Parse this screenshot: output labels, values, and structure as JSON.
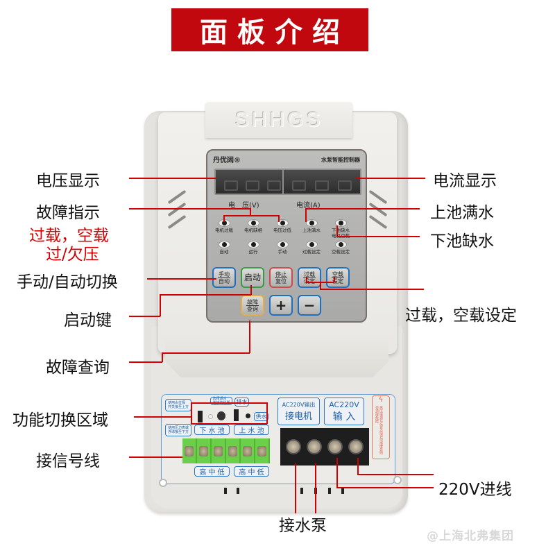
{
  "title": "面板介绍",
  "device": {
    "brand_embossed": "SHHGS",
    "panel": {
      "logo": "丹优闼®",
      "model": "水泵智能控制器",
      "voltage_display_label": "电　压(V)",
      "current_display_label": "电流(A)",
      "indicators_row1": [
        "电机过载",
        "电机缺相",
        "电压过低",
        "上池满水",
        "下池缺水\n电机空载"
      ],
      "indicators_row2": [
        "自动",
        "运行",
        "手动",
        "过载设定",
        "空载设定"
      ],
      "buttons": [
        {
          "top": "手动",
          "bottom": "自动",
          "color": "#1f6fc0"
        },
        {
          "label": "启动",
          "color": "#3c9a46"
        },
        {
          "top": "停止",
          "bottom": "复位",
          "color": "#cc4a4a"
        },
        {
          "top": "过载",
          "bottom": "设定",
          "color": "#1f6fc0"
        },
        {
          "top": "空载",
          "bottom": "设定",
          "color": "#1f6fc0"
        }
      ],
      "buttons_row2": [
        {
          "top": "故障",
          "bottom": "查询",
          "color": "#e2ad4d"
        },
        {
          "label": "+",
          "color": "#1f6fc0"
        },
        {
          "label": "−",
          "color": "#1f6fc0"
        }
      ]
    },
    "wiring": {
      "note_top": "使用水位探\n开关接至上方",
      "note_bottom": "使用压力表或\n浮球接至下方",
      "switch_note": "选择适合\n连接的位置",
      "drain_label": "排水",
      "supply_label": "供水",
      "lower_tank": "下 水 池",
      "upper_tank": "上 水 池",
      "levels_lower": "高 中 低",
      "levels_upper": "高 中 低",
      "motor_output_line1": "AC220V输出",
      "motor_output_line2": "接电机",
      "input_line1": "AC220V",
      "input_line2": "输 入",
      "warning_icon": "lightning-icon",
      "warning_text": "高压电源与信号线请勿混接否则会造成危险"
    }
  },
  "annotations": {
    "left": [
      {
        "id": "voltage-display",
        "text": "电压显示"
      },
      {
        "id": "fault-indicator",
        "text": "故障指示"
      },
      {
        "id": "fault-detail-1",
        "text": "过载，空载",
        "color": "#d40000"
      },
      {
        "id": "fault-detail-2",
        "text": "过/欠压",
        "color": "#d40000"
      },
      {
        "id": "manual-auto-switch",
        "text": "手动/自动切换"
      },
      {
        "id": "start-key",
        "text": "启动键"
      },
      {
        "id": "fault-query",
        "text": "故障查询"
      },
      {
        "id": "function-switch-area",
        "text": "功能切换区域"
      },
      {
        "id": "signal-wire",
        "text": "接信号线"
      }
    ],
    "right": [
      {
        "id": "current-display",
        "text": "电流显示"
      },
      {
        "id": "upper-tank-full",
        "text": "上池满水"
      },
      {
        "id": "lower-tank-empty",
        "text": "下池缺水"
      },
      {
        "id": "overload-noload-setting",
        "text": "过载，空载设定"
      },
      {
        "id": "power-input",
        "text": "220V进线"
      }
    ],
    "bottom": [
      {
        "id": "pump-connection",
        "text": "接水泵"
      }
    ]
  },
  "watermark": "@上海北弗集团",
  "colors": {
    "title_bg": "#c0080e",
    "annotation_line": "#d00000",
    "key_blue": "#1f6fc0",
    "terminal_green": "#6ccf4a"
  }
}
